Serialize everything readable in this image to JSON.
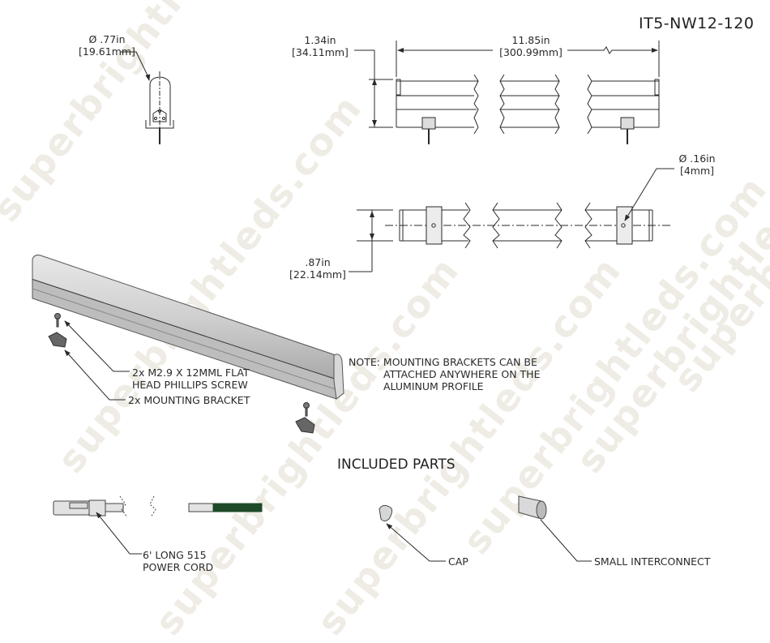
{
  "title": "IT5-NW12-120",
  "watermark": "superbrightleds.com",
  "dimensions": {
    "end_diameter": {
      "in": "Ø .77in",
      "mm": "[19.61mm]"
    },
    "height": {
      "in": "1.34in",
      "mm": "[34.11mm]"
    },
    "length": {
      "in": "11.85in",
      "mm": "[300.99mm]"
    },
    "width": {
      "in": ".87in",
      "mm": "[22.14mm]"
    },
    "hole_diameter": {
      "in": "Ø .16in",
      "mm": "[4mm]"
    }
  },
  "callouts": {
    "screw_line1": "2x M2.9 X 12MML FLAT",
    "screw_line2": "HEAD PHILLIPS SCREW",
    "bracket": "2x MOUNTING BRACKET"
  },
  "note": {
    "line1": "NOTE: MOUNTING BRACKETS CAN BE",
    "line2": "ATTACHED ANYWHERE ON THE",
    "line3": "ALUMINUM PROFILE"
  },
  "included_parts": {
    "heading": "INCLUDED PARTS",
    "power_cord_line1": "6' LONG 515",
    "power_cord_line2": "POWER CORD",
    "cap": "CAP",
    "interconnect": "SMALL INTERCONNECT"
  },
  "colors": {
    "line": "#2a2a2a",
    "cord_green": "#1f4a2a",
    "watermark": "#eeece4",
    "profile": "#c9c9c9"
  }
}
